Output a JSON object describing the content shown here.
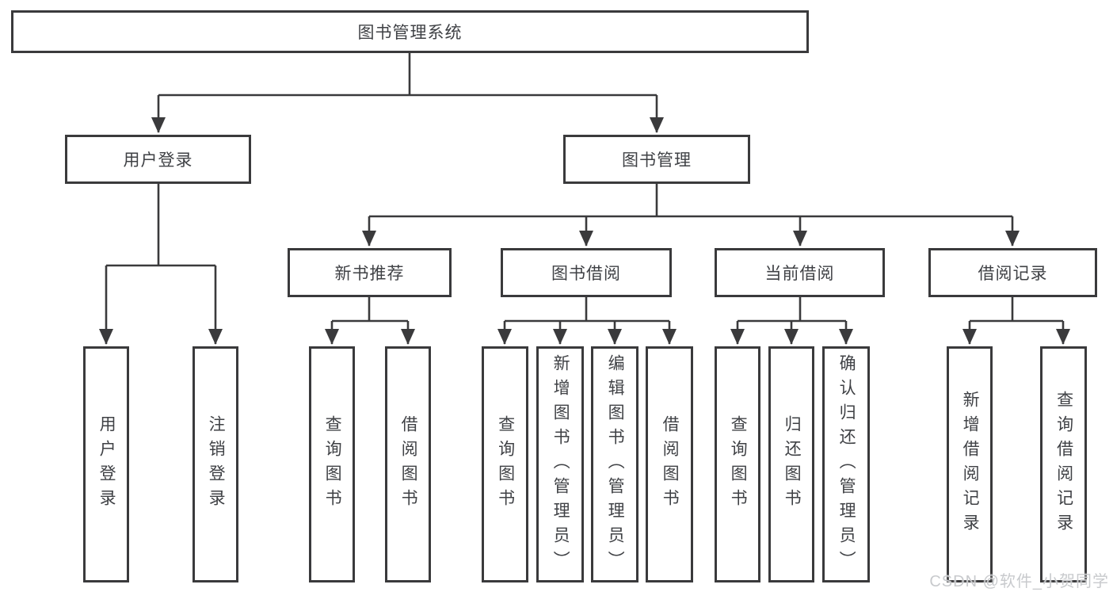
{
  "tree": {
    "label": "图书管理系统",
    "children": [
      {
        "label": "用户登录",
        "children": [
          {
            "label": "用户登录"
          },
          {
            "label": "注销登录"
          }
        ]
      },
      {
        "label": "图书管理",
        "children": [
          {
            "label": "新书推荐",
            "children": [
              {
                "label": "查询图书"
              },
              {
                "label": "借阅图书"
              }
            ]
          },
          {
            "label": "图书借阅",
            "children": [
              {
                "label": "查询图书"
              },
              {
                "label": "新增图书（管理员）"
              },
              {
                "label": "编辑图书（管理员）"
              },
              {
                "label": "借阅图书"
              }
            ]
          },
          {
            "label": "当前借阅",
            "children": [
              {
                "label": "查询图书"
              },
              {
                "label": "归还图书"
              },
              {
                "label": "确认归还（管理员）"
              }
            ]
          },
          {
            "label": "借阅记录",
            "children": [
              {
                "label": "新增借阅记录"
              },
              {
                "label": "查询借阅记录"
              }
            ]
          }
        ]
      }
    ]
  },
  "watermark": {
    "text": "CSDN @软件_小贺同学"
  },
  "colors": {
    "line": "#3a3a3c",
    "text": "#3f4145",
    "watermark": "#c8cacd",
    "background": "#ffffff"
  }
}
